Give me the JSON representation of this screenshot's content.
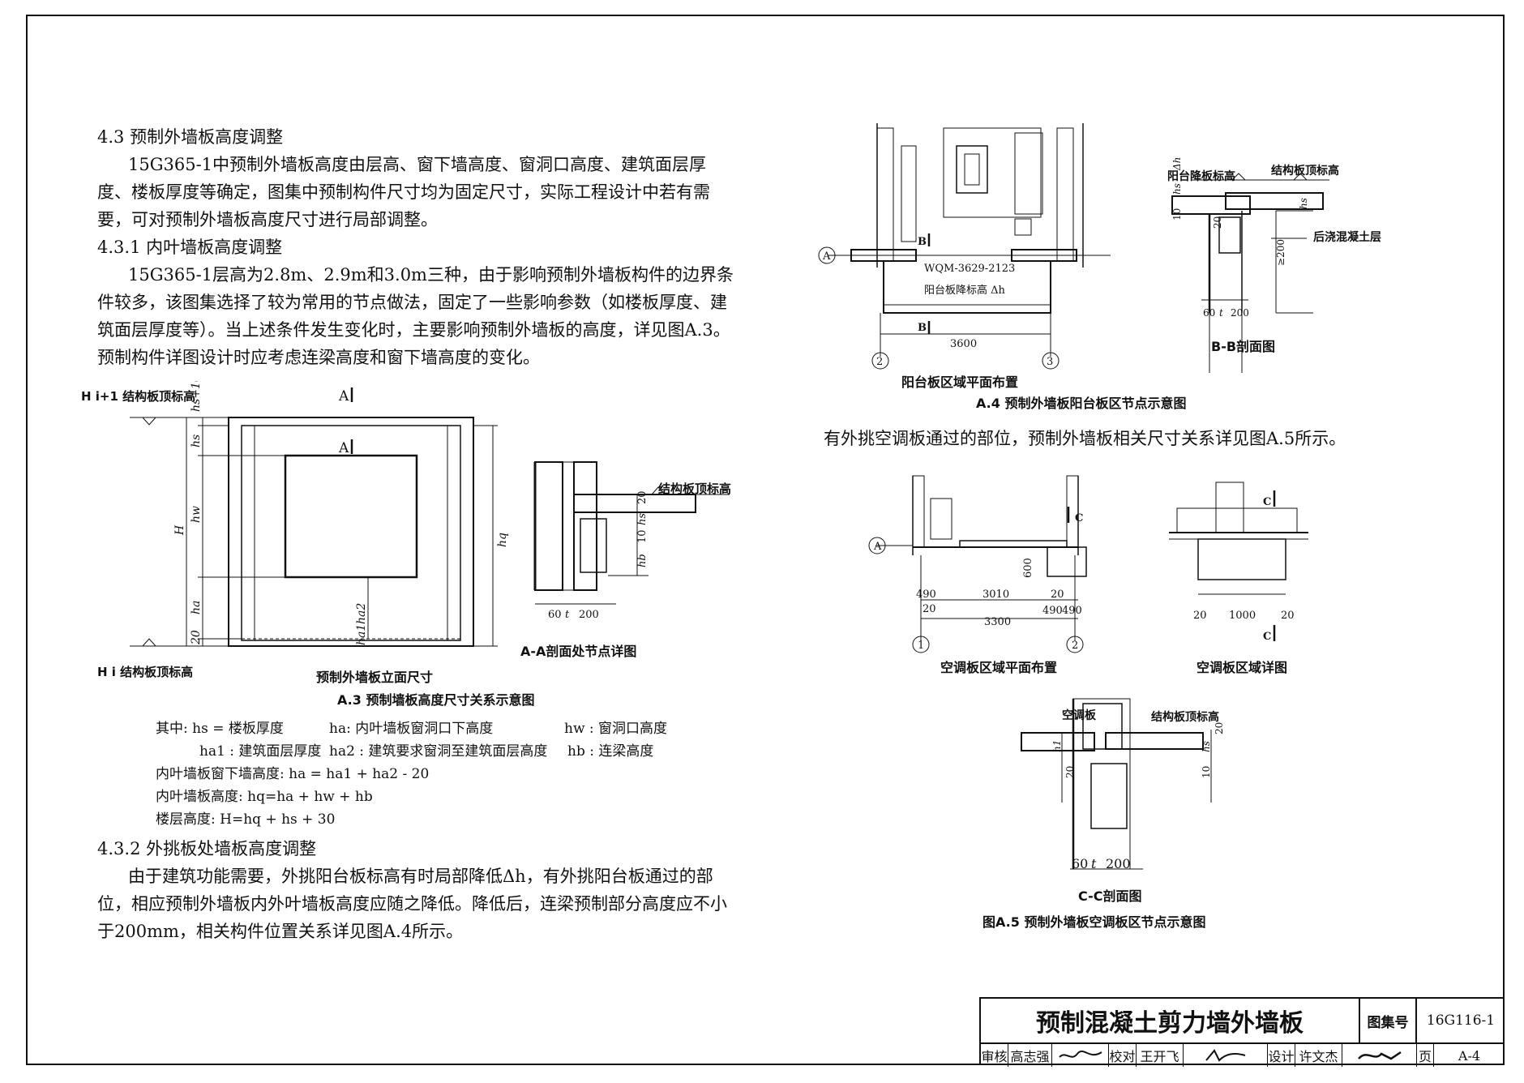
{
  "left_text": {
    "h43": "4.3 预制外墙板高度调整",
    "p1": "15G365-1中预制外墙板高度由层高、窗下墙高度、窗洞口高度、建筑面层厚度、楼板厚度等确定，图集中预制构件尺寸均为固定尺寸，实际工程设计中若有需要，可对预制外墙板高度尺寸进行局部调整。",
    "h431": "4.3.1 内叶墙板高度调整",
    "p2": "15G365-1层高为2.8m、2.9m和3.0m三种，由于影响预制外墙板构件的边界条件较多，该图集选择了较为常用的节点做法，固定了一些影响参数（如楼板厚度、建筑面层厚度等）。当上述条件发生变化时，主要影响预制外墙板的高度，详见图A.3。预制构件详图设计时应考虑连梁高度和窗下墙高度的变化。",
    "h432": "4.3.2 外挑板处墙板高度调整",
    "p3": "由于建筑功能需要，外挑阳台板标高有时局部降低Δh，有外挑阳台板通过的部位，相应预制外墙板内外叶墙板高度应随之降低。降低后，连梁预制部分高度应不小于200mm，相关构件位置关系详见图A.4所示。"
  },
  "fig_a3": {
    "top_level": "H i+1 结构板顶标高",
    "bottom_level": "H i 结构板顶标高",
    "section_mark": "A",
    "elev_caption": "预制外墙板立面尺寸",
    "dims": {
      "H": "H",
      "hs10": "hs+10",
      "hs": "hs",
      "hw": "hw",
      "ha": "ha",
      "d20": "20",
      "hq": "hq",
      "ha1": "ha1",
      "ha2": "ha2"
    },
    "detail_level": "结构板顶标高",
    "detail_dims": [
      "60",
      "t",
      "200",
      "hs",
      "20",
      "10",
      "hb"
    ],
    "detail_caption": "A-A剖面处节点详图",
    "caption": "A.3 预制墙板高度尺寸关系示意图"
  },
  "legend": {
    "l1a": "其中: hs = 楼板厚度",
    "l1b": "ha: 内叶墙板窗洞口下高度",
    "l1c": "hw : 窗洞口高度",
    "l2a": "ha1 : 建筑面层厚度",
    "l2b": "ha2 : 建筑要求窗洞至建筑面层高度",
    "l2c": "hb : 连梁高度",
    "l3": "内叶墙板窗下墙高度:  ha = ha1 + ha2 - 20",
    "l4": "内叶墙板高度:  hq=ha + hw + hb",
    "l5": "楼层高度:      H=hq + hs + 30"
  },
  "fig_a4": {
    "plan_labels": [
      "WQM-3629-2123",
      "阳台板降标高 Δh"
    ],
    "section_mark": "B",
    "axis_a": "A",
    "axis_2": "2",
    "axis_3": "3",
    "dim_3600": "3600",
    "plan_caption": "阳台板区域平面布置",
    "sec_labels": [
      "阳台降板标高",
      "结构板顶标高",
      "后浇混凝土层",
      "≥200",
      "hs",
      "Δh",
      "10",
      "20",
      "60",
      "t",
      "200"
    ],
    "sec_caption": "B-B剖面图",
    "caption": "A.4 预制外墙板阳台板区节点示意图"
  },
  "mid_sentence": "有外挑空调板通过的部位，预制外墙板相关尺寸关系详见图A.5所示。",
  "fig_a5": {
    "plan_dims": [
      "490",
      "3010",
      "20",
      "20",
      "490",
      "490",
      "3300",
      "600"
    ],
    "axis_a": "A",
    "axis_1": "1",
    "axis_2": "2",
    "section_mark": "C",
    "plan_caption": "空调板区域平面布置",
    "detail_dims": [
      "20",
      "1000",
      "20"
    ],
    "detail_caption": "空调板区域详图",
    "sec_labels": [
      "空调板",
      "结构板顶标高",
      "h1",
      "hs",
      "20",
      "10",
      "20",
      "60",
      "t",
      "200"
    ],
    "sec_caption": "C-C剖面图",
    "caption": "图A.5 预制外墙板空调板区节点示意图"
  },
  "title_block": {
    "title": "预制混凝土剪力墙外墙板",
    "atlas_label": "图集号",
    "atlas_no": "16G116-1",
    "review_label": "审核",
    "reviewer": "高志强",
    "check_label": "校对",
    "checker": "王开飞",
    "design_label": "设计",
    "designer": "许文杰",
    "page_label": "页",
    "page_no": "A-4"
  }
}
